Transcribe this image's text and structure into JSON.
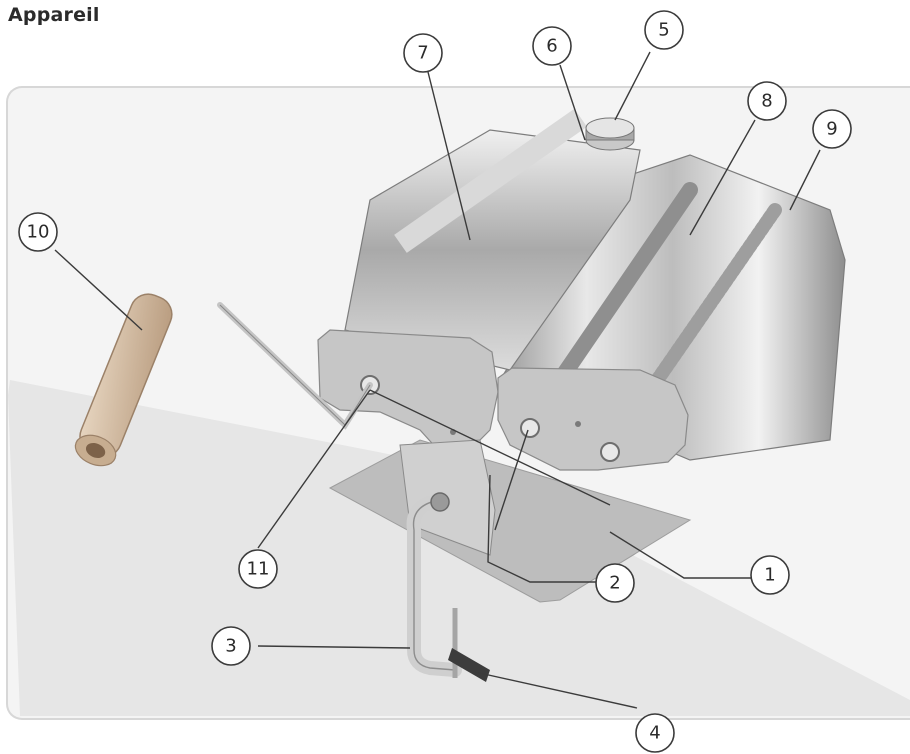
{
  "title": "Appareil",
  "callouts": [
    {
      "id": "1",
      "label": "1"
    },
    {
      "id": "2",
      "label": "2"
    },
    {
      "id": "3",
      "label": "3"
    },
    {
      "id": "4",
      "label": "4"
    },
    {
      "id": "5",
      "label": "5"
    },
    {
      "id": "6",
      "label": "6"
    },
    {
      "id": "7",
      "label": "7"
    },
    {
      "id": "8",
      "label": "8"
    },
    {
      "id": "9",
      "label": "9"
    },
    {
      "id": "10",
      "label": "10"
    },
    {
      "id": "11",
      "label": "11"
    }
  ]
}
